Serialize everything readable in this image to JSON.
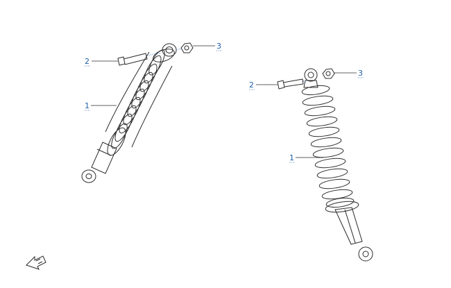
{
  "colors": {
    "callout": "#1f5fa8",
    "line": "#2b2b2b",
    "background": "#ffffff"
  },
  "diagram": {
    "left_assembly": {
      "callouts": [
        {
          "id": "1",
          "label": "1"
        },
        {
          "id": "2",
          "label": "2"
        },
        {
          "id": "3",
          "label": "3"
        }
      ]
    },
    "right_assembly": {
      "callouts": [
        {
          "id": "1",
          "label": "1"
        },
        {
          "id": "2",
          "label": "2"
        },
        {
          "id": "3",
          "label": "3"
        }
      ]
    },
    "orientation_icon": "front-direction-arrow-icon"
  }
}
